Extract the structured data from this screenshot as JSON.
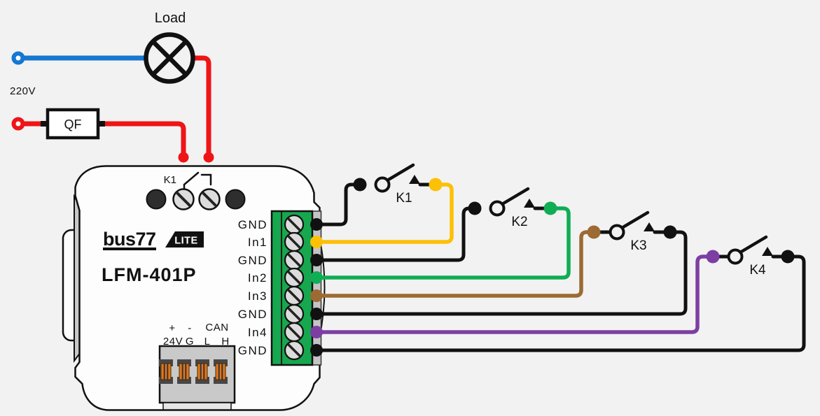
{
  "power": {
    "voltage_label": "220V",
    "load_label": "Load",
    "breaker_label": "QF"
  },
  "device": {
    "brand": "bus77",
    "badge": "LITE",
    "model": "LFM-401P",
    "relay_label": "K1",
    "terminals": [
      "GND",
      "In1",
      "GND",
      "In2",
      "In3",
      "GND",
      "In4",
      "GND"
    ],
    "bottom_labels": {
      "plus": "+",
      "minus": "-",
      "can": "CAN",
      "v24": "24V",
      "g": "G",
      "l": "L",
      "h": "H"
    }
  },
  "switches": [
    "K1",
    "K2",
    "K3",
    "K4"
  ],
  "colors": {
    "background": "#f2f2f2",
    "wire_black": "#111111",
    "wire_red": "#ef1416",
    "wire_blue": "#1577d2",
    "wire_yellow": "#fcc006",
    "wire_green": "#0fad54",
    "wire_brown": "#9c6a33",
    "wire_purple": "#7d3ea3",
    "terminal_block_green": "#17a74f",
    "connector_orange": "#e2761c",
    "clip_gray": "#c9c9c9"
  }
}
